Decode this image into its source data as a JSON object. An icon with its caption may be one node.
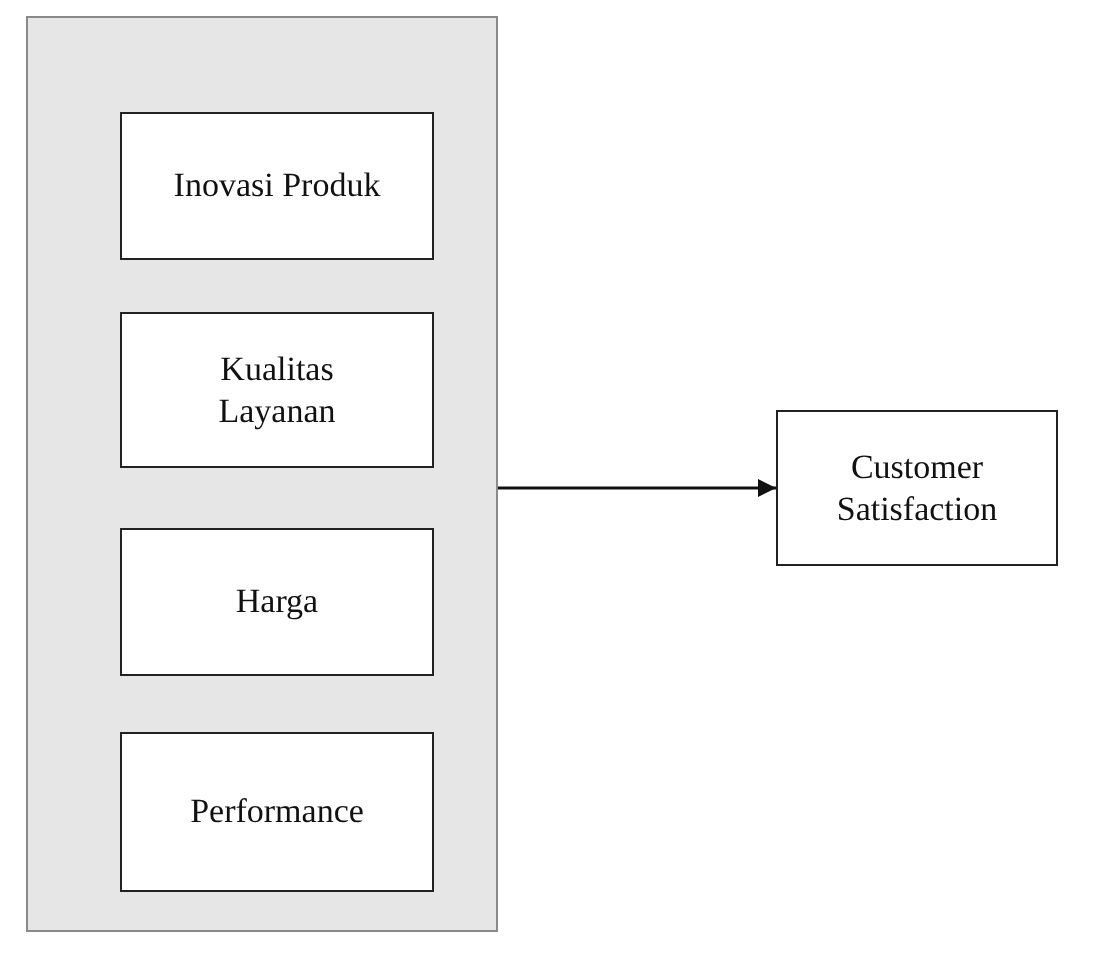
{
  "diagram": {
    "nodes": [
      {
        "text": [],
        "shape": "box"
      },
      {
        "text": [
          "Inovasi Produk"
        ],
        "in": 0
      },
      {
        "text": [
          "Kualitas Layanan"
        ],
        "in": 0
      },
      {
        "text": [
          "Harga"
        ],
        "in": 0
      },
      {
        "text": [
          "Performance"
        ],
        "in": 0
      },
      {
        "text": [
          "Customer Satisfaction"
        ]
      }
    ],
    "edges": [
      {
        "from": 0,
        "to": 5,
        "arrow": "to"
      }
    ]
  }
}
